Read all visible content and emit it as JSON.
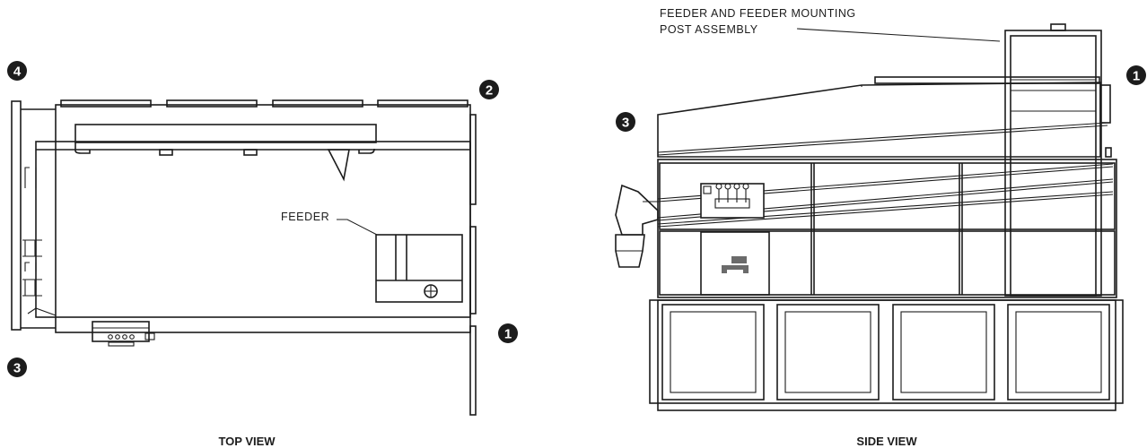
{
  "top_view": {
    "caption": "TOP VIEW",
    "feeder_label": "FEEDER",
    "markers": [
      {
        "id": "top-marker-4",
        "number": "4"
      },
      {
        "id": "top-marker-2",
        "number": "2"
      },
      {
        "id": "top-marker-1",
        "number": "1"
      },
      {
        "id": "top-marker-3",
        "number": "3"
      }
    ]
  },
  "side_view": {
    "caption": "SIDE VIEW",
    "feeder_assembly_label_line1": "FEEDER AND FEEDER MOUNTING",
    "feeder_assembly_label_line2": "POST ASSEMBLY",
    "markers": [
      {
        "id": "side-marker-1",
        "number": "1"
      },
      {
        "id": "side-marker-3",
        "number": "3"
      }
    ]
  },
  "colors": {
    "line": "#1c1c1c",
    "marker_fill": "#1c1c1c",
    "marker_text": "#ffffff",
    "panel_icon": "#6b6b6b"
  }
}
